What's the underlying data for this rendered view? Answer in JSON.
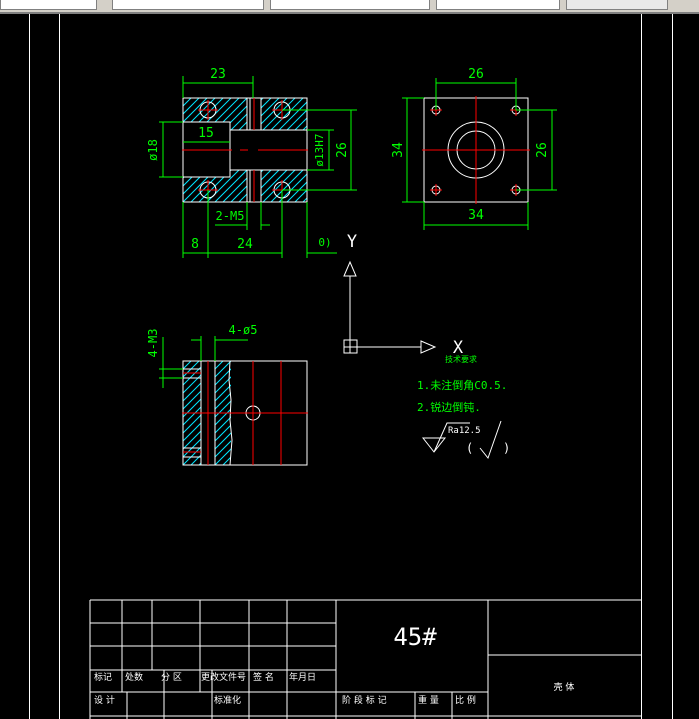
{
  "colors": {
    "background": "#000000",
    "geometry": "#ffffff",
    "dimension": "#00ff00",
    "centerline": "#ff0000",
    "hatch": "#00e5ff"
  },
  "front_view": {
    "dims": {
      "width_23": "23",
      "dia_18": "ø18",
      "depth_15": "15",
      "dia_13": "ø13H7",
      "height_26": "26",
      "thread": "2-M5",
      "left_8": "8",
      "span_24": "24",
      "right": "0)"
    }
  },
  "side_view": {
    "dims": {
      "top_26": "26",
      "left_34": "34",
      "right_26": "26",
      "bottom_34": "34"
    }
  },
  "bottom_view": {
    "dims": {
      "thread": "4-M3",
      "holes": "4-ø5"
    }
  },
  "ucs": {
    "x_label": "X",
    "y_label": "Y"
  },
  "notes": {
    "title": "技术要求",
    "line1": "1.未注倒角C0.5.",
    "line2": "2.锐边倒钝.",
    "roughness": "Ra12.5",
    "roughness_other": "(√)"
  },
  "title_block": {
    "material": "45#",
    "part_name": "壳 体",
    "labels": {
      "mark": "标记",
      "count": "处数",
      "zone": "分 区",
      "change_doc": "更改文件号",
      "sign": "签 名",
      "date": "年月日",
      "design": "设 计",
      "standard": "标准化",
      "stage": "阶 段 标 记",
      "weight": "重 量",
      "scale": "比 例"
    }
  }
}
